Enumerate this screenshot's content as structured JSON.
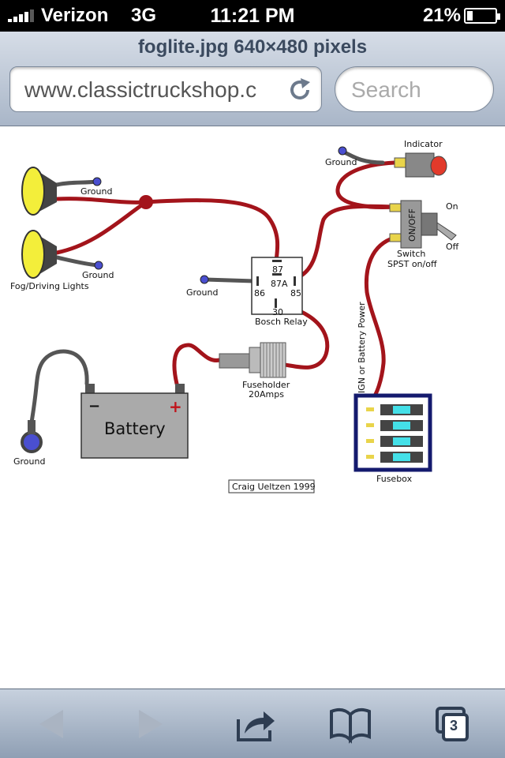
{
  "status_bar": {
    "carrier": "Verizon",
    "network": "3G",
    "time": "11:21 PM",
    "battery_percent": "21%",
    "battery_level": 0.21
  },
  "browser": {
    "page_title": "foglite.jpg 640×480 pixels",
    "url": "www.classictruckshop.c",
    "search_placeholder": "Search"
  },
  "diagram": {
    "labels": {
      "indicator": "Indicator",
      "ground_switch": "Ground",
      "ground_light1": "Ground",
      "ground_light2": "Ground",
      "fog_lights": "Fog/Driving Lights",
      "on": "On",
      "off": "Off",
      "switch_state": "ON/OFF",
      "switch_name": "Switch",
      "switch_type": "SPST on/off",
      "ground_relay": "Ground",
      "relay_87": "87",
      "relay_87a": "87A",
      "relay_86": "86",
      "relay_85": "85",
      "relay_30": "30",
      "relay_name": "Bosch Relay",
      "ign_power": "IGN or Battery Power",
      "battery": "Battery",
      "battery_minus": "−",
      "battery_plus": "+",
      "fuseholder": "Fuseholder",
      "fuseholder_rating": "20Amps",
      "ground_battery": "Ground",
      "fusebox": "Fusebox",
      "credit": "Craig Ueltzen 1999"
    }
  },
  "toolbar": {
    "tabs_count": "3",
    "icons": [
      "back-icon",
      "forward-icon",
      "share-icon",
      "bookmarks-icon",
      "tabs-icon"
    ]
  },
  "colors": {
    "wire_red": "#a3141b",
    "wire_gray": "#555555",
    "ground_dot": "#4a4fd0",
    "lamp_yellow": "#f3ee3a",
    "fuse_cyan": "#44e0e8",
    "fusebox_border": "#141a6e"
  }
}
